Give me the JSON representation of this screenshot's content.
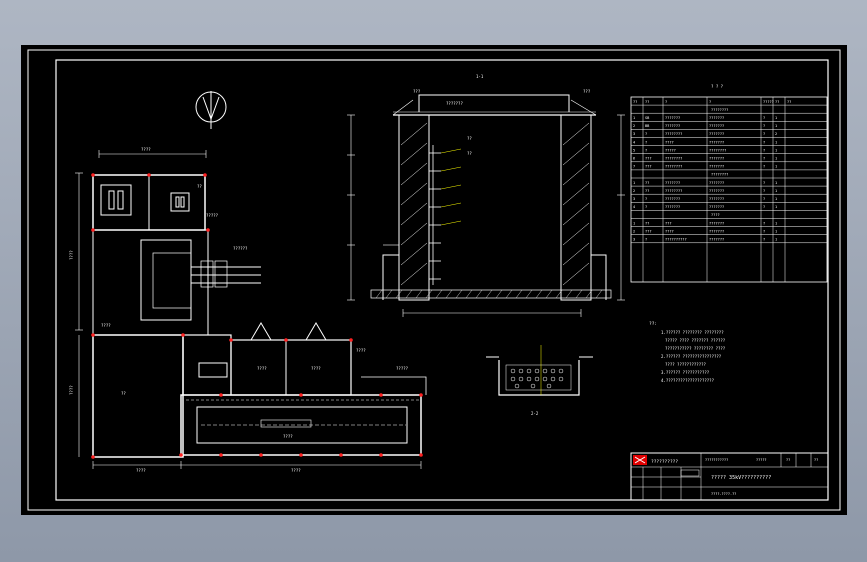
{
  "colors": {
    "background": "#000000",
    "linework": "#ffffff",
    "accent_yellow": "#ffff00",
    "accent_cyan": "#00ffff",
    "grid_node": "#ff2020",
    "logo_red": "#e00000"
  },
  "icons": {
    "north_arrow": "north-arrow-icon",
    "logo": "logo-icon"
  },
  "plan": {
    "dims": {
      "top": "????",
      "left_upper": "????",
      "left_lower": "????",
      "bottom_left": "????",
      "bottom_right": "????"
    },
    "rooms": [
      "????",
      "????",
      "????",
      "??"
    ],
    "labels": [
      "??",
      "???",
      "???",
      "????",
      "?????",
      "??????",
      "????",
      "????",
      "?????"
    ]
  },
  "section_main": {
    "title": "1-1",
    "labels": [
      "???",
      "???????",
      "??",
      "??",
      "???"
    ]
  },
  "section_small": {
    "title": "2-2"
  },
  "equipment_table": {
    "title": "? ? ?",
    "headers": [
      "??",
      "??",
      "?",
      "?",
      "?????",
      "??",
      "??"
    ],
    "group_titles": [
      "????????",
      "????????",
      "????"
    ],
    "rows_group1": [
      [
        "1",
        "SB",
        "???????",
        "???????",
        "?",
        "1"
      ],
      [
        "2",
        "BB",
        "???????",
        "???????",
        "?",
        "1"
      ],
      [
        "3",
        "?",
        "????????",
        "???????",
        "?",
        "2"
      ],
      [
        "4",
        "?",
        "????",
        "???????",
        "?",
        "1"
      ],
      [
        "5",
        "?",
        "?????",
        "????????",
        "?",
        "1"
      ],
      [
        "6",
        "???",
        "????????",
        "???????",
        "?",
        "1"
      ],
      [
        "7",
        "???",
        "????????",
        "???????",
        "?",
        "1"
      ]
    ],
    "rows_group2": [
      [
        "1",
        "??",
        "???????",
        "???????",
        "?",
        "1"
      ],
      [
        "2",
        "??",
        "????????",
        "???????",
        "?",
        "1"
      ],
      [
        "3",
        "?",
        "???????",
        "???????",
        "?",
        "1"
      ],
      [
        "4",
        "?",
        "???????",
        "???????",
        "?",
        "1"
      ]
    ],
    "rows_group3": [
      [
        "1",
        "??",
        "???",
        "???????",
        "?",
        "1"
      ],
      [
        "2",
        "???",
        "????",
        "???????",
        "?",
        "1"
      ],
      [
        "3",
        "?",
        "??????????",
        "???????",
        "?",
        "1"
      ]
    ]
  },
  "notes": {
    "title": "??:",
    "lines": [
      "1.?????? ???????? ????????",
      "????? ???? ??????? ??????",
      "??????????? ???????? ????",
      "2.?????? ????????????????",
      "???? ????????????",
      "3.?????? ???????????",
      "4.????????????????????"
    ]
  },
  "title_block": {
    "company": "??????????",
    "header_fields": [
      "???????????",
      "?????",
      "??",
      "??"
    ],
    "drawing_title": "?????  35kV??????????",
    "drawing_no": "????-????-??"
  }
}
